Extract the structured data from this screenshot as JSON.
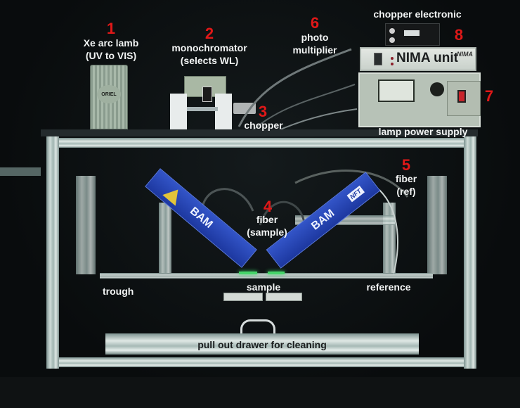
{
  "image": {
    "description": "Photograph of a Brewster angle microscope / Langmuir trough setup with numbered annotations",
    "background_color": "#0b0f10",
    "label_number_color": "#e01818",
    "label_text_color": "#f2f4f4"
  },
  "annotations": [
    {
      "number": "1",
      "lines": [
        "Xe arc lamb",
        "(UV to VIS)"
      ]
    },
    {
      "number": "2",
      "lines": [
        "monochromator",
        "(selects WL)"
      ]
    },
    {
      "number": "3",
      "lines": [
        "chopper"
      ]
    },
    {
      "number": "4",
      "lines": [
        "fiber",
        "(sample)"
      ]
    },
    {
      "number": "5",
      "lines": [
        "fiber",
        "(ref)"
      ]
    },
    {
      "number": "6",
      "lines": [
        "photo",
        "multiplier"
      ]
    },
    {
      "number": "7",
      "lines": [
        "lamp power supply"
      ]
    },
    {
      "number": "8",
      "lines": [
        "chopper electronic"
      ]
    }
  ],
  "plain_labels": {
    "trough": "trough",
    "sample": "sample",
    "reference": "reference",
    "drawer": "pull out drawer for cleaning"
  },
  "device_text": {
    "nima_unit": "NIMA unit",
    "nima_logo": "NIMA",
    "bam_left": "BAM",
    "bam_right": "BAM",
    "bam_right_badge": "NFT",
    "lamp_brand": "ORIEL"
  }
}
